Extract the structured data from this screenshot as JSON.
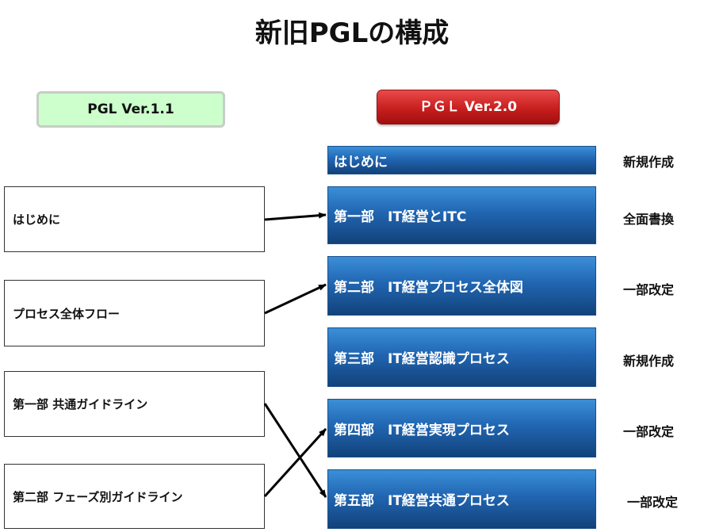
{
  "title": "新旧PGLの構成",
  "old_version": {
    "header": "PGL Ver.1.1",
    "sections": [
      "はじめに",
      "プロセス全体フロー",
      "第一部 共通ガイドライン",
      "第二部 フェーズ別ガイドライン"
    ]
  },
  "new_version": {
    "header": "ＰＧＬ Ver.2.0",
    "sections": [
      {
        "label": "はじめに",
        "status": "新規作成"
      },
      {
        "label": "第一部　IT経営とITC",
        "status": "全面書換"
      },
      {
        "label": "第二部　IT経営プロセス全体図",
        "status": "一部改定"
      },
      {
        "label": "第三部　IT経営認識プロセス",
        "status": "新規作成"
      },
      {
        "label": "第四部　IT経営実現プロセス",
        "status": "一部改定"
      },
      {
        "label": "第五部　IT経営共通プロセス",
        "status": "一部改定"
      }
    ]
  },
  "mapping": [
    {
      "from": "はじめに",
      "to": "第一部　IT経営とITC"
    },
    {
      "from": "プロセス全体フロー",
      "to": "第二部　IT経営プロセス全体図"
    },
    {
      "from": "第一部 共通ガイドライン",
      "to": "第五部　IT経営共通プロセス"
    },
    {
      "from": "第二部 フェーズ別ガイドライン",
      "to": "第四部　IT経営実現プロセス"
    }
  ],
  "colors": {
    "old_header_bg": "#ccffcc",
    "new_header_bg": "#c81e1e",
    "new_box_bg": "#2166b2",
    "arrow": "#000000"
  }
}
